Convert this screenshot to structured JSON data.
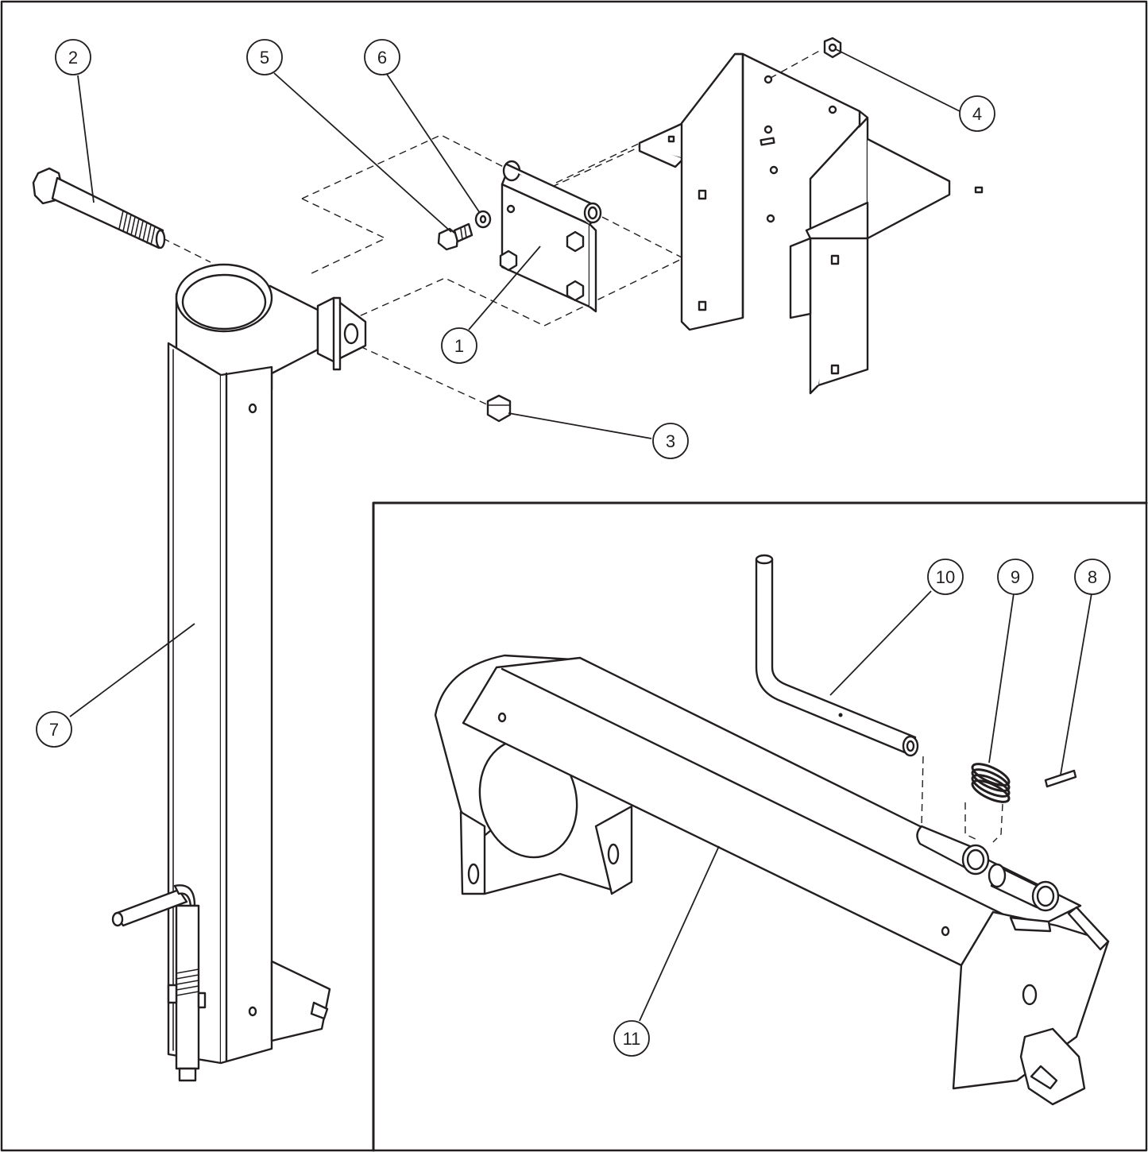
{
  "colors": {
    "ink": "#231f20",
    "paper": "#ffffff"
  },
  "callouts": [
    {
      "id": "1",
      "label": "1"
    },
    {
      "id": "2",
      "label": "2"
    },
    {
      "id": "3",
      "label": "3"
    },
    {
      "id": "4",
      "label": "4"
    },
    {
      "id": "5",
      "label": "5"
    },
    {
      "id": "6",
      "label": "6"
    },
    {
      "id": "7",
      "label": "7"
    },
    {
      "id": "8",
      "label": "8"
    },
    {
      "id": "9",
      "label": "9"
    },
    {
      "id": "10",
      "label": "10"
    },
    {
      "id": "11",
      "label": "11"
    }
  ]
}
